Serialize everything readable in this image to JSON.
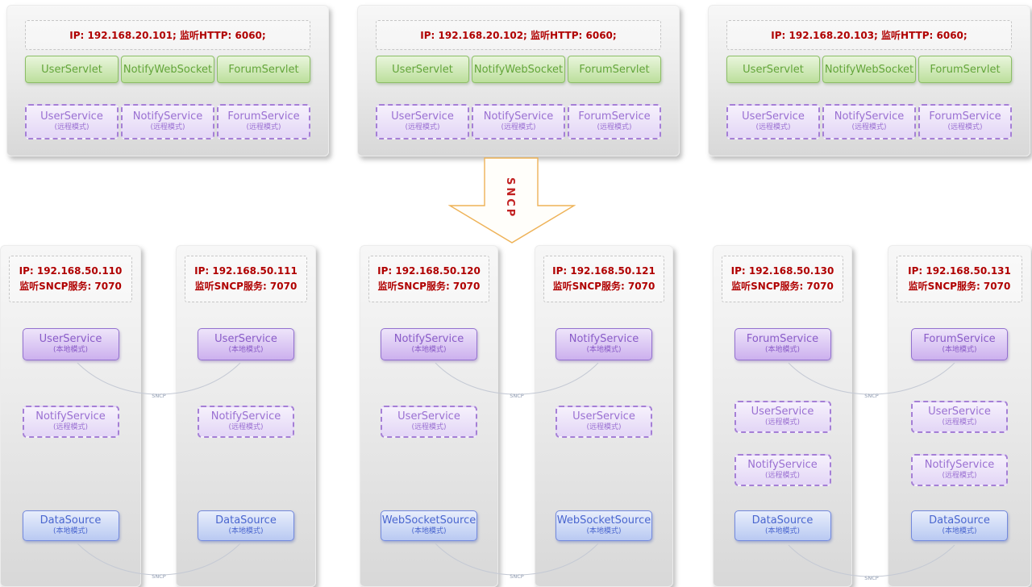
{
  "top_row": [
    {
      "header": "IP: 192.168.20.101;  监听HTTP: 6060;",
      "servlets": [
        "UserServlet",
        "NotifyWebSocket",
        "ForumServlet"
      ],
      "remote_services": [
        {
          "name": "UserService",
          "mode": "(远程模式)"
        },
        {
          "name": "NotifyService",
          "mode": "(远程模式)"
        },
        {
          "name": "ForumService",
          "mode": "(远程模式)"
        }
      ]
    },
    {
      "header": "IP: 192.168.20.102;  监听HTTP: 6060;",
      "servlets": [
        "UserServlet",
        "NotifyWebSocket",
        "ForumServlet"
      ],
      "remote_services": [
        {
          "name": "UserService",
          "mode": "(远程模式)"
        },
        {
          "name": "NotifyService",
          "mode": "(远程模式)"
        },
        {
          "name": "ForumService",
          "mode": "(远程模式)"
        }
      ]
    },
    {
      "header": "IP: 192.168.20.103;  监听HTTP: 6060;",
      "servlets": [
        "UserServlet",
        "NotifyWebSocket",
        "ForumServlet"
      ],
      "remote_services": [
        {
          "name": "UserService",
          "mode": "(远程模式)"
        },
        {
          "name": "NotifyService",
          "mode": "(远程模式)"
        },
        {
          "name": "ForumService",
          "mode": "(远程模式)"
        }
      ]
    }
  ],
  "sncp_arrow_label": "SNCP",
  "connector_label": "SNCP",
  "bottom_row": [
    {
      "ip": "IP: 192.168.50.110",
      "listen": "监听SNCP服务: 7070",
      "service1": {
        "name": "UserService",
        "mode": "(本地模式)"
      },
      "service2": {
        "name": "NotifyService",
        "mode": "(远程模式)"
      },
      "source": {
        "name": "DataSource",
        "mode": "(本地模式)"
      }
    },
    {
      "ip": "IP: 192.168.50.111",
      "listen": "监听SNCP服务: 7070",
      "service1": {
        "name": "UserService",
        "mode": "(本地模式)"
      },
      "service2": {
        "name": "NotifyService",
        "mode": "(远程模式)"
      },
      "source": {
        "name": "DataSource",
        "mode": "(本地模式)"
      }
    },
    {
      "ip": "IP: 192.168.50.120",
      "listen": "监听SNCP服务: 7070",
      "service1": {
        "name": "NotifyService",
        "mode": "(本地模式)"
      },
      "service2": {
        "name": "UserService",
        "mode": "(远程模式)"
      },
      "source": {
        "name": "WebSocketSource",
        "mode": "(本地模式)"
      }
    },
    {
      "ip": "IP: 192.168.50.121",
      "listen": "监听SNCP服务: 7070",
      "service1": {
        "name": "NotifyService",
        "mode": "(本地模式)"
      },
      "service2": {
        "name": "UserService",
        "mode": "(远程模式)"
      },
      "source": {
        "name": "WebSocketSource",
        "mode": "(本地模式)"
      }
    },
    {
      "ip": "IP: 192.168.50.130",
      "listen": "监听SNCP服务: 7070",
      "service1": {
        "name": "ForumService",
        "mode": "(本地模式)"
      },
      "service2": {
        "name": "UserService",
        "mode": "(远程模式)"
      },
      "service3": {
        "name": "NotifyService",
        "mode": "(远程模式)"
      },
      "source": {
        "name": "DataSource",
        "mode": "(本地模式)"
      }
    },
    {
      "ip": "IP: 192.168.50.131",
      "listen": "监听SNCP服务: 7070",
      "service1": {
        "name": "ForumService",
        "mode": "(本地模式)"
      },
      "service2": {
        "name": "UserService",
        "mode": "(远程模式)"
      },
      "service3": {
        "name": "NotifyService",
        "mode": "(远程模式)"
      },
      "source": {
        "name": "DataSource",
        "mode": "(本地模式)"
      }
    }
  ],
  "colors": {
    "endpoint_text": "#b00000",
    "servlet_green": "#63a53a",
    "service_purple": "#9a70d2",
    "source_blue": "#4a66cf",
    "arrow_orange": "#eeb257",
    "connector_gray": "#c4c9d4"
  }
}
